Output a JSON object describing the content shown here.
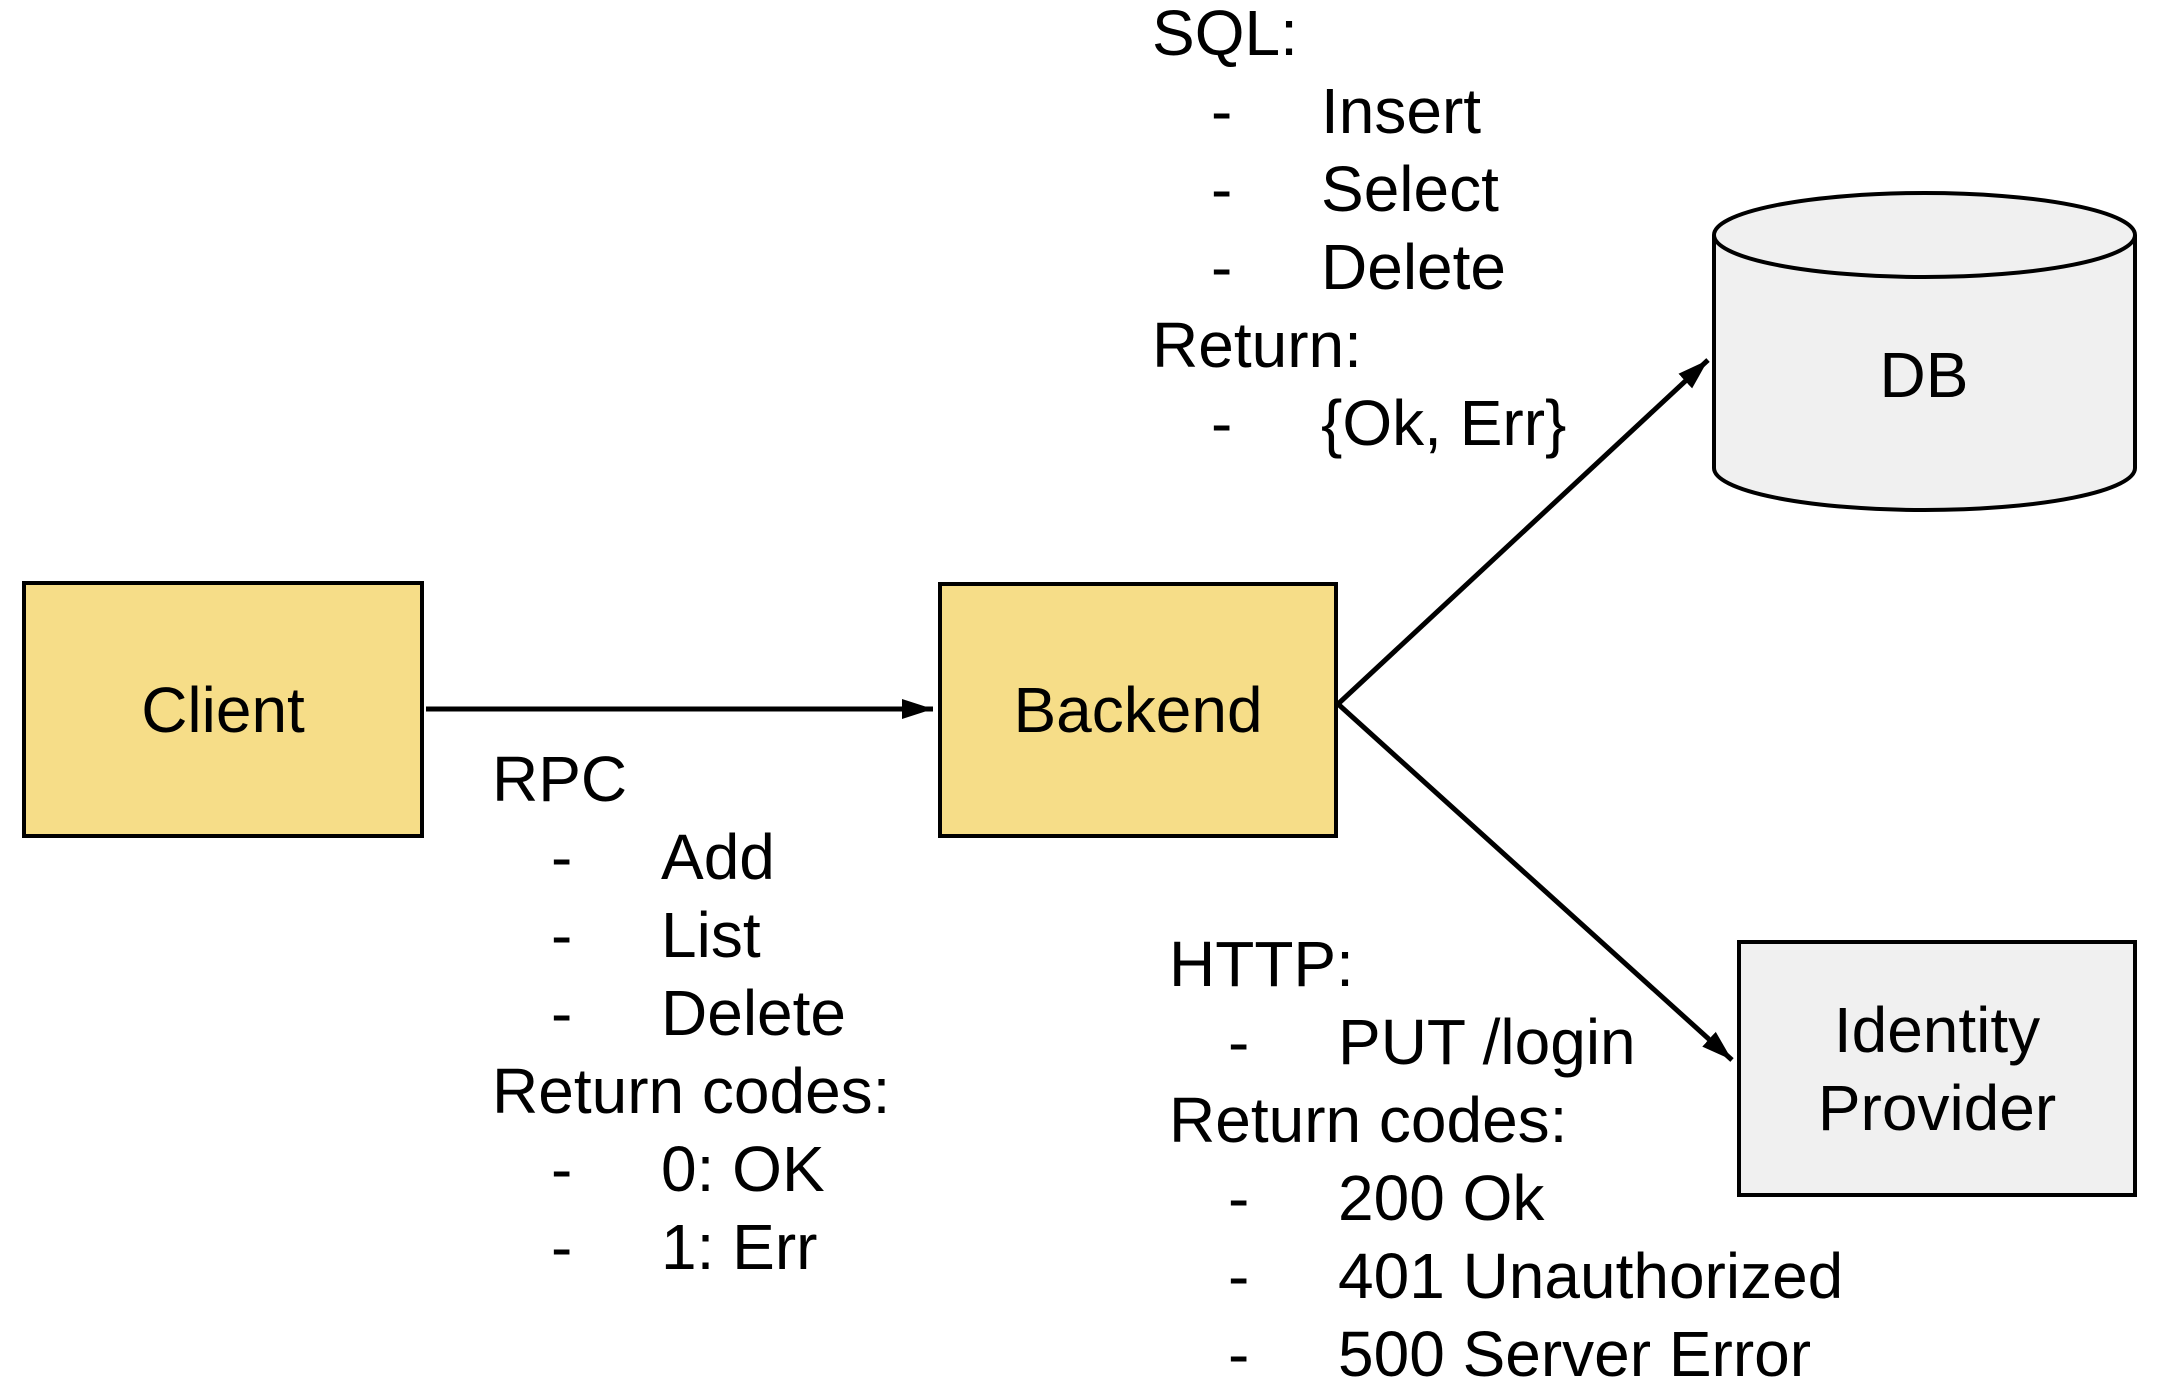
{
  "colors": {
    "node_yellow": "#f6dd88",
    "node_gray": "#f0f0f0",
    "stroke": "#000000",
    "page_bg": "#ffffff"
  },
  "nodes": {
    "client": {
      "label": "Client"
    },
    "backend": {
      "label": "Backend"
    },
    "db": {
      "label": "DB"
    },
    "idp": {
      "label_lines": [
        "Identity",
        "Provider"
      ]
    }
  },
  "edges": [
    {
      "from": "client",
      "to": "backend"
    },
    {
      "from": "backend",
      "to": "db"
    },
    {
      "from": "backend",
      "to": "idp"
    }
  ],
  "annotations": {
    "rpc": {
      "lines": [
        {
          "b": "",
          "t": "RPC"
        },
        {
          "b": "-",
          "t": "Add"
        },
        {
          "b": "-",
          "t": "List"
        },
        {
          "b": "-",
          "t": "Delete"
        },
        {
          "b": "",
          "t": "Return codes:"
        },
        {
          "b": "-",
          "t": "0: OK"
        },
        {
          "b": "-",
          "t": "1: Err"
        }
      ]
    },
    "sql": {
      "lines": [
        {
          "b": "",
          "t": "SQL:"
        },
        {
          "b": "-",
          "t": "Insert"
        },
        {
          "b": "-",
          "t": "Select"
        },
        {
          "b": "-",
          "t": "Delete"
        },
        {
          "b": "",
          "t": "Return:"
        },
        {
          "b": "-",
          "t": "{Ok, Err}"
        }
      ]
    },
    "http": {
      "lines": [
        {
          "b": "",
          "t": "HTTP:"
        },
        {
          "b": "-",
          "t": "PUT /login"
        },
        {
          "b": "",
          "t": "Return codes:"
        },
        {
          "b": "-",
          "t": "200 Ok"
        },
        {
          "b": "-",
          "t": "401 Unauthorized"
        },
        {
          "b": "-",
          "t": "500 Server Error"
        }
      ]
    }
  }
}
